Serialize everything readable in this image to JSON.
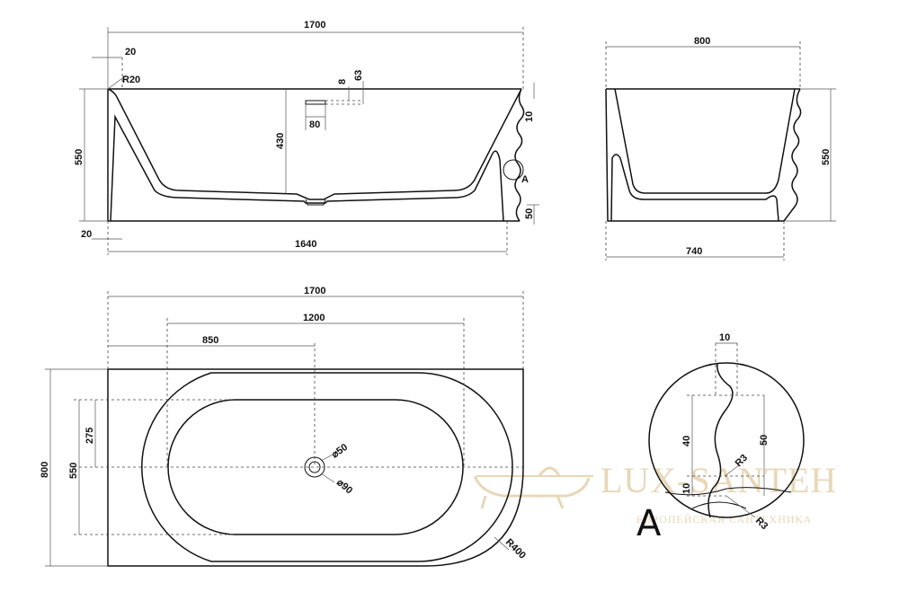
{
  "side_view": {
    "overall_length": "1700",
    "rim_edge": "20",
    "rim_radius": "R20",
    "overflow_a": "8",
    "overflow_b": "63",
    "rim_thickness": "10",
    "height": "550",
    "inner_depth": "430",
    "overflow_width": "80",
    "base_offset": "20",
    "base_length": "1640",
    "plinth_height": "50",
    "detail_ref": "A"
  },
  "end_view": {
    "overall_width": "800",
    "height": "550",
    "base_width": "740"
  },
  "plan_view": {
    "overall_length": "1700",
    "inner_length": "1200",
    "drain_offset": "850",
    "overall_width": "800",
    "inner_width": "550",
    "drain_half": "275",
    "drain_dia": "⌀50",
    "drain_outer": "⌀90",
    "corner_radius": "R400"
  },
  "detail_a": {
    "label": "A",
    "top_dim": "10",
    "left_dim": "40",
    "right_dim": "50",
    "bottom_dim": "10",
    "radius_1": "R3",
    "radius_2": "R3"
  },
  "watermark": {
    "brand": "LUX-SANTEH",
    "tagline": "ЕВРОПЕЙСКАЯ САНТЕХНИКА"
  }
}
